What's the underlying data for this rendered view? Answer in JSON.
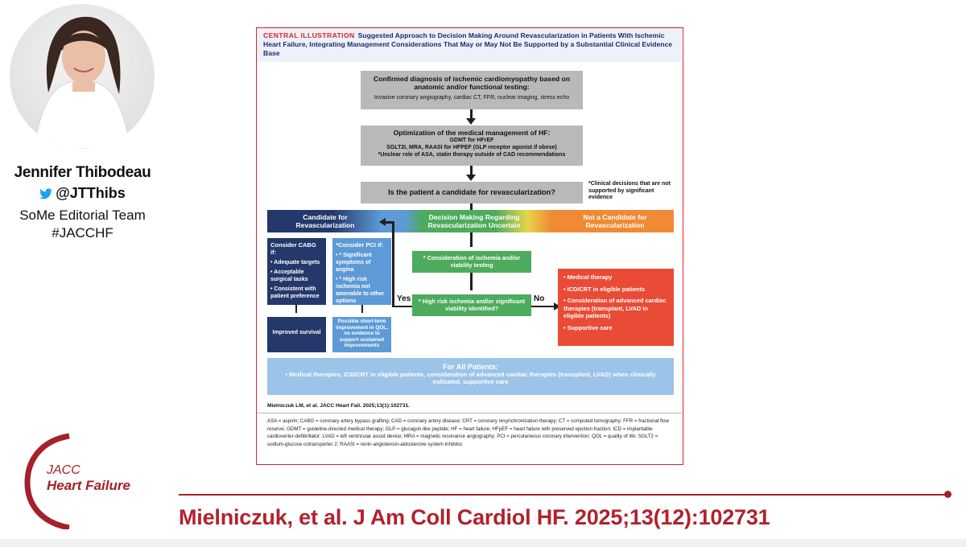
{
  "presenter": {
    "name": "Jennifer Thibodeau",
    "handle": "@JTThibs",
    "team": "SoMe Editorial Team",
    "hashtag": "#JACCHF"
  },
  "logo": {
    "line1": "JACC",
    "line2": "Heart Failure"
  },
  "citation": "Mielniczuk, et al. J Am Coll Cardiol HF. 2025;13(12):102731",
  "colors": {
    "accent": "#a5202a",
    "navy": "#24386b",
    "light_blue": "#5d9ad6",
    "green": "#4dab5d",
    "orange": "#f08a34",
    "red": "#e94b36",
    "gray": "#b9b9b9"
  },
  "figure": {
    "label": "CENTRAL ILLUSTRATION",
    "title": "Suggested Approach to Decision Making Around Revascularization in Patients With Ischemic Heart Failure, Integrating Management Considerations That May or May Not Be Supported by a Substantial Clinical Evidence Base",
    "box1": {
      "title": "Confirmed diagnosis of ischemic cardiomyopathy based on anatomic and/or functional testing:",
      "sub": "Invasive coronary angiography, cardiac CT, FFR, nuclear imaging, stress echo"
    },
    "box2": {
      "title": "Optimization of the medical management of HF:",
      "line1": "GDMT for HFrEF",
      "line2": "SGLT2I, MRA, RAASI for HFPEF (GLP receptor agonist if obese)",
      "line3": "*Unclear role of ASA, statin therapy outside of CAD recommendations"
    },
    "box3": "Is the patient a candidate for revascularization?",
    "clinical_note": "Clinical decisions that are not supported by significant evidence",
    "clinical_note_star": "*",
    "band": {
      "left": "Candidate for Revascularization",
      "middle": "Decision Making Regarding Revascularization Uncertain",
      "right": "Not a Candidate for Revascularization"
    },
    "cabg": {
      "title": "Consider CABG if:",
      "items": [
        "• Adequate targets",
        "• Acceptable surgical tasks",
        "• Consistent with patient preference"
      ]
    },
    "pci": {
      "title": "*Consider PCI if:",
      "items": [
        "• * Significant symptoms of angina",
        "• * High risk ischemia not amenable to other options"
      ]
    },
    "improved_survival": "Improved survival",
    "pci_outcome": "Possible short-term improvement in QOL, no evidence to support sustained improvements",
    "ischemia_box": "* Consideration of ischemia and/or viability testing",
    "risk_box": "* High risk ischemia and/or significant viability identified?",
    "yes": "Yes",
    "no": "No",
    "not_candidate": {
      "items": [
        "• Medical therapy",
        "• ICD/CRT in eligible patients",
        "• Consideration of advanced cardiac therapies (transplant, LVAD in eligible patients)",
        "• Supportive care"
      ]
    },
    "all_patients": {
      "title": "For All Patients:",
      "text": "• Medical therapies, ICD/CRT in eligible patients, consideration of advanced cardiac therapies (transplant, LVAD) when clinically indicated, supportive care"
    },
    "reference": "Mielniczuk LM, et al. JACC Heart Fail. 2025;13(1):102731.",
    "abbreviations": "ASA = aspirin; CABG = coronary artery bypass grafting; CAD = coronary artery disease; CRT = coronary resynchronization therapy; CT = computed tomography; FFR = fractional flow reserve; GDMT = guideline-directed medical therapy; GLP = glucagon-like peptide; HF = heart failure; HFpEF = heart failure with preserved ejection fraction; ICD = implantable cardioverter-defibrillator; LVAD = left ventricular assist device; MRA = magnetic resonance angiography; PCI = percutaneous coronary intervention; QOL = quality of life; SGLT2 = sodium-glucose cotransporter 2; RAASI = renin-angiotensin-aldosterone system inhibitor."
  }
}
